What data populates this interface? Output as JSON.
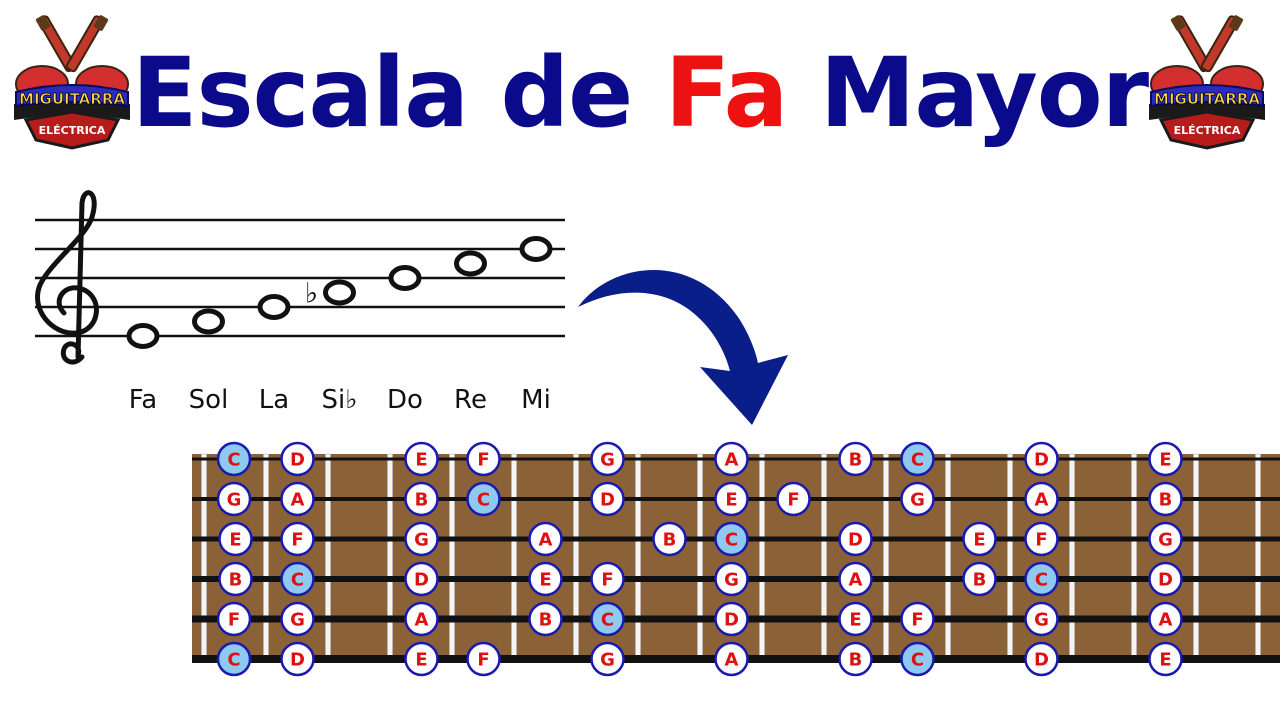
{
  "title": {
    "part1": "Escala de ",
    "accent": "Fa",
    "part2": " Mayor",
    "color": "#0a0a8a",
    "accent_color": "#ee1111"
  },
  "logo": {
    "line1": "MIGUITARRA",
    "line2": "ELÉCTRICA",
    "icon": "crossed-guitars-icon"
  },
  "staff": {
    "clef": "treble-clef-icon",
    "notes": [
      {
        "pos": -2,
        "accidental": ""
      },
      {
        "pos": -1,
        "accidental": ""
      },
      {
        "pos": 0,
        "accidental": ""
      },
      {
        "pos": 1,
        "accidental": "♭"
      },
      {
        "pos": 2,
        "accidental": ""
      },
      {
        "pos": 3,
        "accidental": ""
      },
      {
        "pos": 4,
        "accidental": ""
      }
    ],
    "labels": [
      "Fa",
      "Sol",
      "La",
      "Si♭",
      "Do",
      "Re",
      "Mi"
    ]
  },
  "fretboard": {
    "wood_color": "#8b6238",
    "dot_text_color": "#dd1111",
    "dot_border_color": "#1a1ab0",
    "root_fill": "#8ec9f0",
    "fret_count": 17,
    "strings": [
      {
        "notes": [
          {
            "fret": 0,
            "n": "C",
            "root": true
          },
          {
            "fret": 2,
            "n": "D"
          },
          {
            "fret": 4,
            "n": "E"
          },
          {
            "fret": 5,
            "n": "F"
          },
          {
            "fret": 7,
            "n": "G"
          },
          {
            "fret": 9,
            "n": "A"
          },
          {
            "fret": 11,
            "n": "B"
          },
          {
            "fret": 12,
            "n": "C",
            "root": true
          },
          {
            "fret": 14,
            "n": "D"
          },
          {
            "fret": 16,
            "n": "E"
          }
        ]
      },
      {
        "notes": [
          {
            "fret": 0,
            "n": "G"
          },
          {
            "fret": 2,
            "n": "A"
          },
          {
            "fret": 4,
            "n": "B"
          },
          {
            "fret": 5,
            "n": "C",
            "root": true
          },
          {
            "fret": 7,
            "n": "D"
          },
          {
            "fret": 9,
            "n": "E"
          },
          {
            "fret": 10,
            "n": "F"
          },
          {
            "fret": 12,
            "n": "G"
          },
          {
            "fret": 14,
            "n": "A"
          },
          {
            "fret": 16,
            "n": "B"
          }
        ]
      },
      {
        "notes": [
          {
            "fret": 1,
            "n": "E"
          },
          {
            "fret": 2,
            "n": "F"
          },
          {
            "fret": 4,
            "n": "G"
          },
          {
            "fret": 6,
            "n": "A"
          },
          {
            "fret": 8,
            "n": "B"
          },
          {
            "fret": 9,
            "n": "C",
            "root": true
          },
          {
            "fret": 11,
            "n": "D"
          },
          {
            "fret": 13,
            "n": "E"
          },
          {
            "fret": 14,
            "n": "F"
          },
          {
            "fret": 16,
            "n": "G"
          }
        ]
      },
      {
        "notes": [
          {
            "fret": 1,
            "n": "B"
          },
          {
            "fret": 2,
            "n": "C",
            "root": true
          },
          {
            "fret": 4,
            "n": "D"
          },
          {
            "fret": 6,
            "n": "E"
          },
          {
            "fret": 7,
            "n": "F"
          },
          {
            "fret": 9,
            "n": "G"
          },
          {
            "fret": 11,
            "n": "A"
          },
          {
            "fret": 13,
            "n": "B"
          },
          {
            "fret": 14,
            "n": "C",
            "root": true
          },
          {
            "fret": 16,
            "n": "D"
          }
        ]
      },
      {
        "notes": [
          {
            "fret": 0,
            "n": "F"
          },
          {
            "fret": 2,
            "n": "G"
          },
          {
            "fret": 4,
            "n": "A"
          },
          {
            "fret": 6,
            "n": "B"
          },
          {
            "fret": 7,
            "n": "C",
            "root": true
          },
          {
            "fret": 9,
            "n": "D"
          },
          {
            "fret": 11,
            "n": "E"
          },
          {
            "fret": 12,
            "n": "F"
          },
          {
            "fret": 14,
            "n": "G"
          },
          {
            "fret": 16,
            "n": "A"
          }
        ]
      },
      {
        "notes": [
          {
            "fret": 0,
            "n": "C",
            "root": true
          },
          {
            "fret": 2,
            "n": "D"
          },
          {
            "fret": 4,
            "n": "E"
          },
          {
            "fret": 5,
            "n": "F"
          },
          {
            "fret": 7,
            "n": "G"
          },
          {
            "fret": 9,
            "n": "A"
          },
          {
            "fret": 11,
            "n": "B"
          },
          {
            "fret": 12,
            "n": "C",
            "root": true
          },
          {
            "fret": 14,
            "n": "D"
          },
          {
            "fret": 16,
            "n": "E"
          }
        ]
      }
    ]
  }
}
